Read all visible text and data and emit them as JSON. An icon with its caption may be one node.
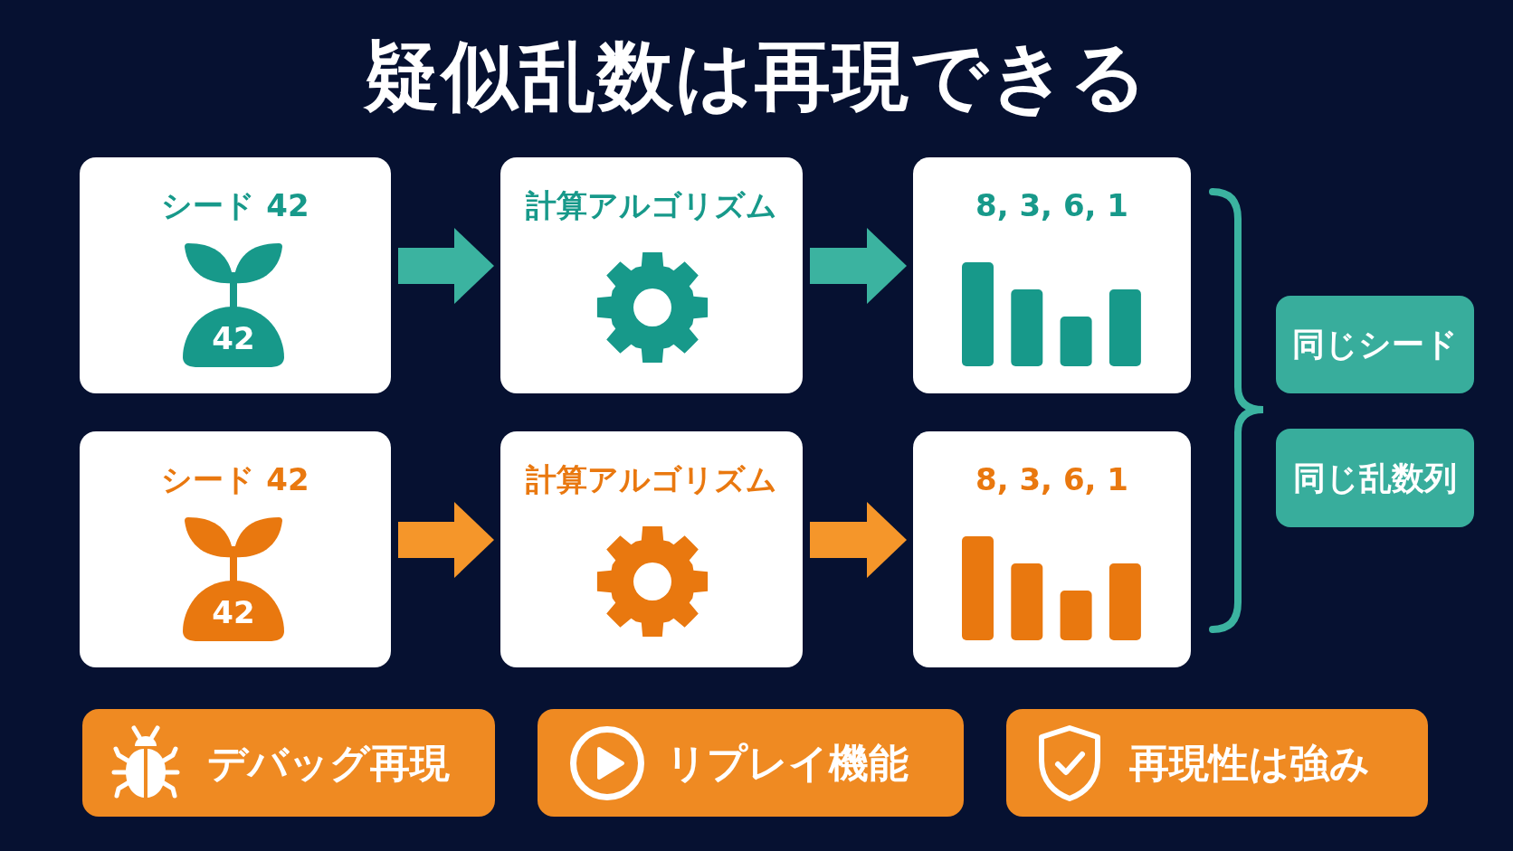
{
  "diagram": {
    "title": "疑似乱数は再現できる",
    "nodes": [
      {
        "text": [
          "シード 42",
          "42"
        ]
      },
      {
        "text": [
          "計算アルゴリズム"
        ]
      },
      {
        "text": [
          "8, 3, 6, 1"
        ]
      },
      {
        "text": [
          "シード 42",
          "42"
        ]
      },
      {
        "text": [
          "計算アルゴリズム"
        ]
      },
      {
        "text": [
          "8, 3, 6, 1"
        ]
      },
      {
        "text": [
          "同じシード"
        ]
      },
      {
        "text": [
          "同じ乱数列"
        ]
      },
      {
        "text": [
          "デバッグ再現"
        ]
      },
      {
        "text": [
          "リプレイ機能"
        ]
      },
      {
        "text": [
          "再現性は強み"
        ]
      }
    ],
    "edges": [
      {
        "from": 0,
        "to": 1,
        "arrow": "to",
        "color": "#3bb3a0"
      },
      {
        "from": 1,
        "to": 2,
        "arrow": "to",
        "color": "#3bb3a0"
      },
      {
        "from": 3,
        "to": 4,
        "arrow": "to",
        "color": "#f5962a"
      },
      {
        "from": 4,
        "to": 5,
        "arrow": "to",
        "color": "#f5962a"
      }
    ]
  }
}
